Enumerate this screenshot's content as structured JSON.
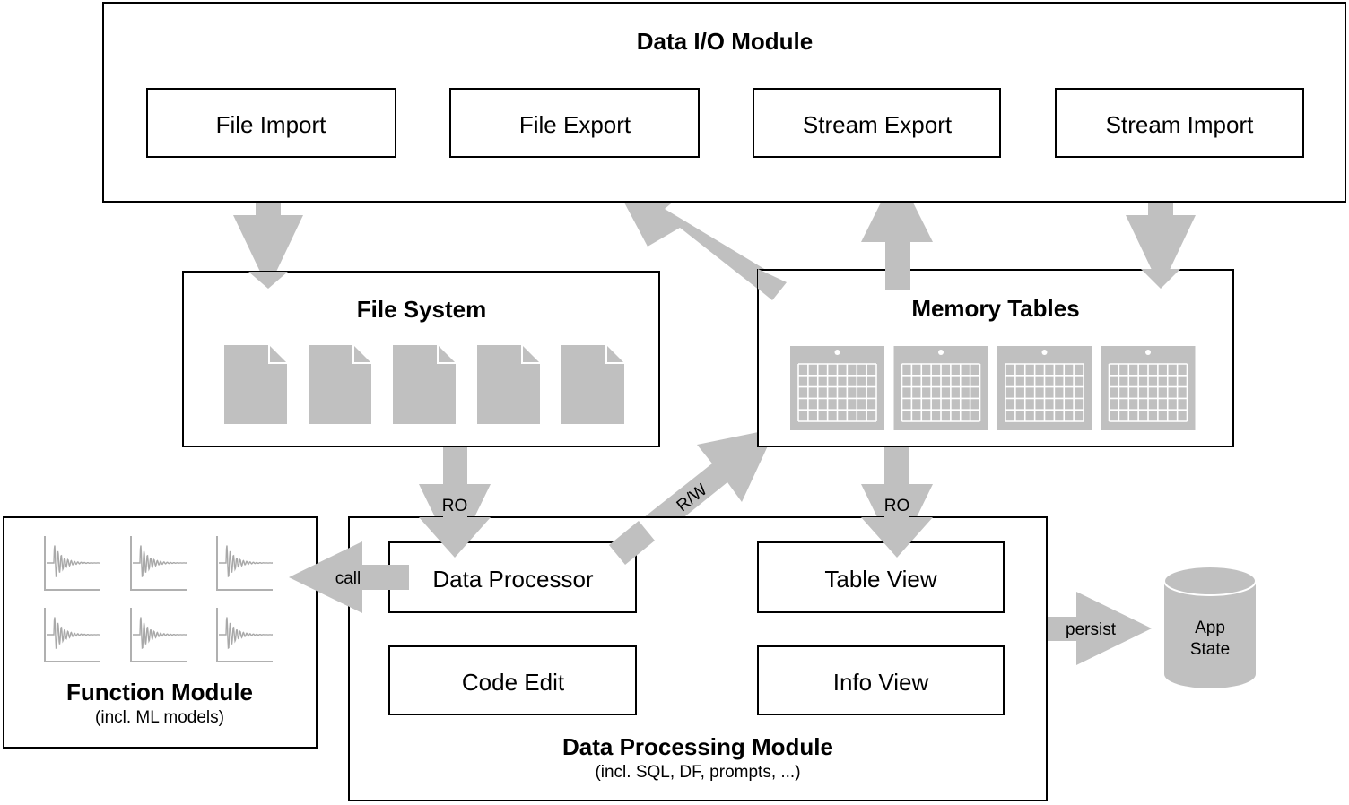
{
  "io_module": {
    "title": "Data I/O Module",
    "items": [
      "File Import",
      "File Export",
      "Stream Export",
      "Stream Import"
    ]
  },
  "file_system": {
    "title": "File System",
    "file_count": 5
  },
  "memory_tables": {
    "title": "Memory Tables",
    "table_count": 4
  },
  "function_module": {
    "title": "Function Module",
    "subtitle": "(incl. ML models)",
    "plot_count": 6
  },
  "processing_module": {
    "title": "Data Processing Module",
    "subtitle": "(incl. SQL, DF, prompts, ...)",
    "items": [
      "Data Processor",
      "Table View",
      "Code Edit",
      "Info View"
    ]
  },
  "app_state": {
    "label_line1": "App",
    "label_line2": "State"
  },
  "arrows": {
    "ro_left": "RO",
    "ro_right": "RO",
    "rw": "R/W",
    "call": "call",
    "persist": "persist"
  },
  "colors": {
    "arrow_fill": "#c0c0c0",
    "icon_fill": "#c0c0c0",
    "stroke": "#000000",
    "background": "#ffffff"
  }
}
